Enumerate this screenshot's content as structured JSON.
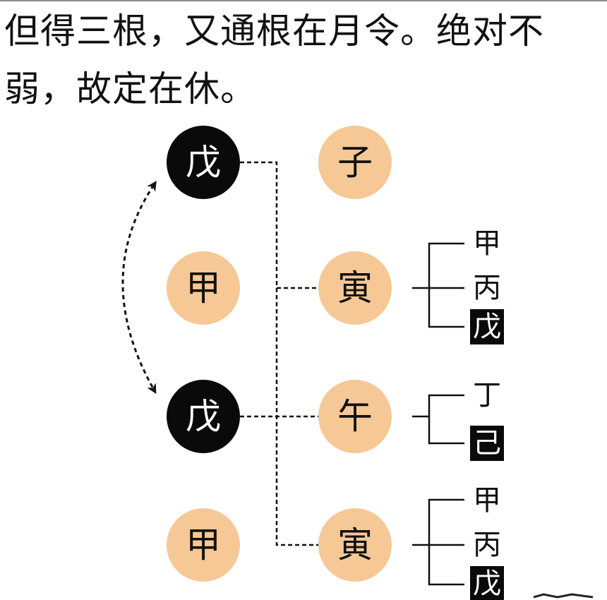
{
  "text": {
    "line1": "但得三根，又通根在月令。绝对不",
    "line2": "弱，故定在休。"
  },
  "colors": {
    "dark_circle": "#0a0a0a",
    "light_circle": "#f5c896",
    "highlight_box": "#0a0a0a"
  },
  "diagram": {
    "stems": [
      {
        "char": "戊",
        "style": "dark"
      },
      {
        "char": "甲",
        "style": "light"
      },
      {
        "char": "戊",
        "style": "dark"
      },
      {
        "char": "甲",
        "style": "light"
      }
    ],
    "branches": [
      {
        "char": "子",
        "hidden": []
      },
      {
        "char": "寅",
        "hidden": [
          {
            "char": "甲",
            "highlight": false
          },
          {
            "char": "丙",
            "highlight": false
          },
          {
            "char": "戊",
            "highlight": true
          }
        ]
      },
      {
        "char": "午",
        "hidden": [
          {
            "char": "丁",
            "highlight": false
          },
          {
            "char": "己",
            "highlight": true
          }
        ]
      },
      {
        "char": "寅",
        "hidden": [
          {
            "char": "甲",
            "highlight": false
          },
          {
            "char": "丙",
            "highlight": false
          },
          {
            "char": "戊",
            "highlight": true
          }
        ]
      }
    ]
  }
}
